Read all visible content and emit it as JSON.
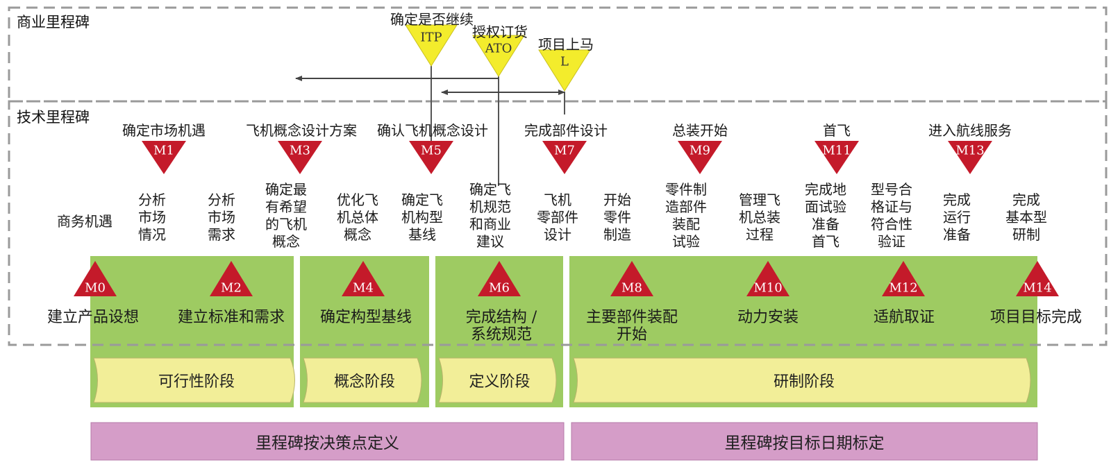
{
  "sections": {
    "business": "商业里程碑",
    "technical": "技术里程碑"
  },
  "business_milestones": [
    {
      "code": "ITP",
      "title": "确定是否继续"
    },
    {
      "code": "ATO",
      "title": "授权订货"
    },
    {
      "code": "L",
      "title": "项目上马"
    }
  ],
  "top_milestones": [
    {
      "code": "M1",
      "title": "确定市场机遇"
    },
    {
      "code": "M3",
      "title": "飞机概念设计方案"
    },
    {
      "code": "M5",
      "title": "确认飞机概念设计"
    },
    {
      "code": "M7",
      "title": "完成部件设计"
    },
    {
      "code": "M9",
      "title": "总装开始"
    },
    {
      "code": "M11",
      "title": "首飞"
    },
    {
      "code": "M13",
      "title": "进入航线服务"
    }
  ],
  "middle_texts": [
    "商务机遇",
    "分析\n市场\n情况",
    "分析\n市场\n需求",
    "确定最\n有希望\n的飞机\n概念",
    "优化飞\n机总体\n概念",
    "确定飞\n机构型\n基线",
    "确定飞\n机规范\n和商业\n建议",
    "飞机\n零部件\n设计",
    "开始\n零件\n制造",
    "零件制\n造部件\n装配\n试验",
    "管理飞\n机总装\n过程",
    "完成地\n面试验\n准备\n首飞",
    "型号合\n格证与\n符合性\n验证",
    "完成\n运行\n准备",
    "完成\n基本型\n研制"
  ],
  "bottom_milestones": [
    {
      "code": "M0",
      "label": "建立产品设想"
    },
    {
      "code": "M2",
      "label": "建立标准和需求"
    },
    {
      "code": "M4",
      "label": "确定构型基线"
    },
    {
      "code": "M6",
      "label": "完成结构 /\n系统规范"
    },
    {
      "code": "M8",
      "label": "主要部件装配\n开始"
    },
    {
      "code": "M10",
      "label": "动力安装"
    },
    {
      "code": "M12",
      "label": "适航取证"
    },
    {
      "code": "M14",
      "label": "项目目标完成"
    }
  ],
  "phases": [
    "可行性阶段",
    "概念阶段",
    "定义阶段",
    "研制阶段"
  ],
  "bands": [
    "里程碑按决策点定义",
    "里程碑按目标日期标定"
  ],
  "colors": {
    "green": "#9ecb62",
    "yellow_phase": "#f2ee98",
    "yellow_triangle": "#f3ec2c",
    "red_triangle": "#c41a2a",
    "pink_band": "#d59dc8",
    "dash": "#9a9a9a"
  }
}
